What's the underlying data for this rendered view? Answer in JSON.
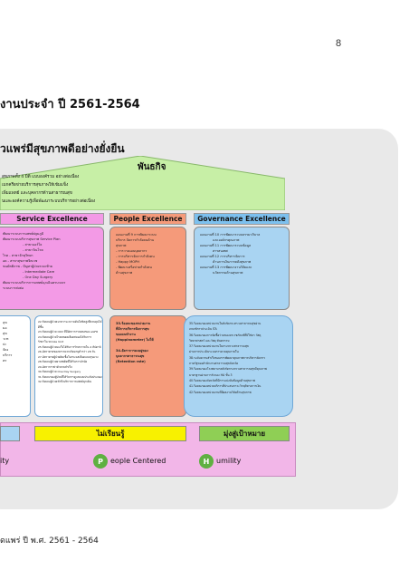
{
  "page_number": "8",
  "heading": "งานประจำ ปี 2561-2564",
  "vision": "วแพร่มีสุขภาพดีอย่างยั่งยืน",
  "mission": {
    "title": "พันธกิจ",
    "lines": [
      "สุขภาพทั้ง 4 มิติ แบบองค์รวม อย่างต่อเนื่อง",
      "เมกครือข่ายบริการสุขภาพให้เข้มแข็ง",
      "เพิ่มแพทย์ และบุคลากรด้านสาธารณสุข",
      "นและองค์ความรู้เพื่อพัฒนาระบบบริการอย่างต่อเนื่อง"
    ]
  },
  "pillars": {
    "service": {
      "header": "Service Excellence",
      "lines": [
        "พัฒนาระบบการแพทย์ปฐมภูมิ",
        "พัฒนาระบบบริการสุขภาพ Service Plan",
        "- สาขาออร์โธ",
        "- สาขาวัณโรค",
        "ไรค    - สาขาจักษุวิทยา",
        "อด    - สาขาสุขภาพจิตเวช",
        "ขนมัตติภาพ - ปัญหาผู้ป่วยระยะท้าย",
        "- Intermediate Care",
        "- One Day Surgery",
        "พัฒนาระบบบริการการแพทย์ฉุกเฉินครบวงจร",
        "ระบบการส่งต่อ"
      ]
    },
    "people": {
      "header": "People Excellence",
      "lines": [
        "แผนงานที่ 9 การพัฒนาระบบ",
        "บริหาร จัดการกำลังคนด้าน",
        "สุขภาพ",
        "- การวางแผนบุคลากร",
        "- การบริหารจัดการกำลังคน",
        "- Happy MOPH",
        "- พัฒนาเครือข่ายกำลังคน",
        "ด้านสุขภาพ"
      ]
    },
    "governance": {
      "header": "Governance Excellence",
      "lines": [
        "แผนงานที่ 10 การพัฒนาระบบธรรมาภิบาล",
        "และองค์กรคุณภาพ",
        "แผนงานที่ 11 การพัฒนาระบบข้อมูล",
        "สารสนเทศ",
        "แผนงานที่ 12 การบริหารจัดการ",
        "ด้านการเงินการคลังสุขภาพ",
        "แผนงานที่ 13 การพัฒนางานวิจัยและ",
        "นวัตกรรมด้านสุขภาพ"
      ]
    }
  },
  "indicators": {
    "left": [
      "ลุข",
      "มอ",
      "สุข",
      "วะท",
      "ปะ",
      "จัดง",
      "บริการ",
      "คร"
    ],
    "service": [
      "22.ร้อยละผู้ป่วยเบาหวาน ความดันโลหิตสูงที่ควบคุมได้",
      "ดีขึ้น",
      "23.ร้อยละผู้ป่วย CKD ที่มีอัตราการลดลงของ eGFR",
      "24.ร้อยละผู้ป่วยโรคหลอดเลือดสมองได้รับการ",
      "รักษาใน Stroke Unit",
      "25.ร้อยละผู้ป่วยมะเร็งได้รับการรักษาภายใน 4 สัปดาห์",
      "26.อัตราตายของทารกแรกเกิดอายุต่ำกว่า 28 วัน",
      "27.อัตราตายผู้ป่วยติดเชื้อในกระแสเลือดแบบรุนแรง",
      "28.ร้อยละผู้ป่วยยาเสพติดที่ได้รับการบำบัด",
      "29.อัตราการฆ่าตัวตายสำเร็จ",
      "30.ร้อยละผู้ป่วย One Day Surgery",
      "31.ร้อยละของผู้ป่วยที่ได้รับการดูแลแบบประคับประคอง",
      "32.ร้อยละผู้ป่วยเข้าถึงบริการการแพทย์ฉุกเฉิน"
    ],
    "people": [
      "33.ร้อยละของหน่วยงาน",
      "ที่มีการบริหารจัดการสุข",
      "ของคนทำงาน",
      "(Happinometer) ไม่ให้",
      "34.อัตราการคงอยู่ของ",
      "บุคลากรสาธารณสุข",
      "(Retention rate)"
    ],
    "governance": [
      "35.ร้อยละของหน่วยงานในสังกัดกระทรวงสาธารณสุขผ่าน",
      "เกณฑ์การประเมิน ITA",
      "36.ร้อยละของการจัดซื้อร่วมของยาเวชภัณฑ์ที่มิใช่ยา วัสดุ",
      "วิทยาศาสตร์ และวัสดุ ทันตกรรม",
      "37.ร้อยละของหน่วยงานในกระทรวงสาธารณสุข",
      "ผ่านการประเมินระบบการควบคุมภายใน",
      "38.ระดับความสำเร็จของการพัฒนาคุณภาพการบริหารจัดการ",
      "ภาครัฐของสำนักงานสาธารณสุขจังหวัด",
      "39.ร้อยละของโรงพยาบาลสังกัดกระทรวงสาธารณสุขมีคุณภาพ",
      "มาตรฐานผ่านการรับรอง HA ขั้น 3",
      "40.ร้อยละของจังหวัดที่มีการแบ่งปันข้อมูลด้านสุขภาพ",
      "41.ร้อยละของหน่วยบริการที่ประสบภาวะวิกฤติทางการเงิน",
      "42.ร้อยละของหน่วยงานที่มีผลงานวิจัยด้านสุขภาพ"
    ]
  },
  "base": {
    "label_left": "ไม่เรียนรู้",
    "label_right": "มุ่งสู่เป้าหมาย",
    "values": [
      {
        "prefix": "",
        "text": "ity"
      },
      {
        "prefix": "P",
        "text": "eople  Centered"
      },
      {
        "prefix": "H",
        "text": "umility"
      }
    ]
  },
  "footer": "ดแพร่ ปี พ.ศ. 2561 - 2564",
  "colors": {
    "roof": "#c7efa6",
    "service": "#f39ae6",
    "people": "#f59a7a",
    "governance": "#a9d4f2",
    "governance_header": "#7cc0ee",
    "learn_label": "#f8f100",
    "goal_label": "#8fcf55",
    "band": "#f2b6e8"
  }
}
